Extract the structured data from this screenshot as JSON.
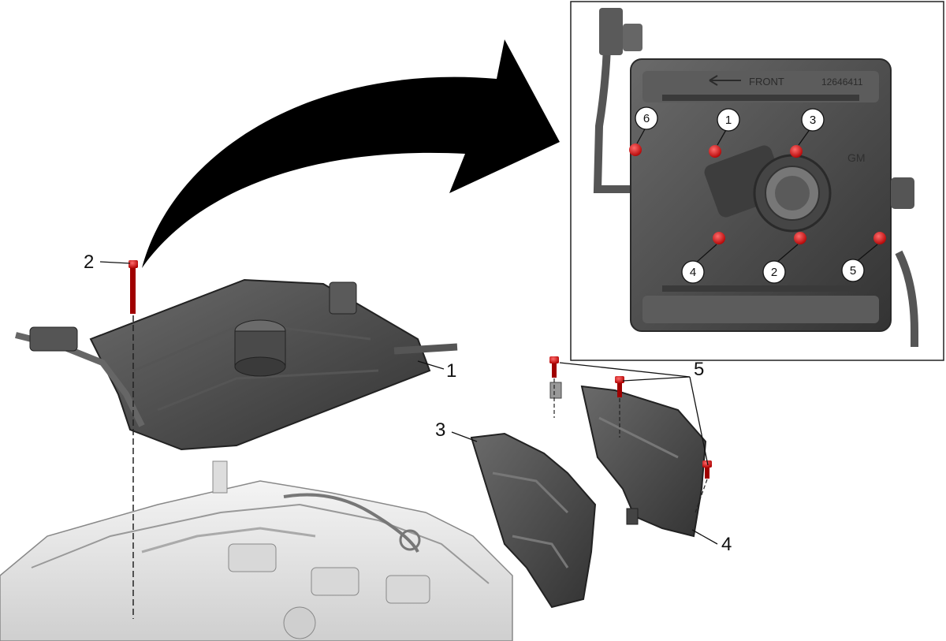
{
  "callouts": {
    "c1": "1",
    "c2": "2",
    "c3": "3",
    "c4": "4",
    "c5": "5"
  },
  "inset": {
    "front_label": "FRONT",
    "part_number": "12646411",
    "logo_text": "GM",
    "sequence": [
      "1",
      "2",
      "3",
      "4",
      "5",
      "6"
    ]
  },
  "colors": {
    "bolt_red": "#c8102e",
    "part_dark": "#4a4a4a",
    "engine_light": "#e6e6e6",
    "arrow": "#000000"
  }
}
